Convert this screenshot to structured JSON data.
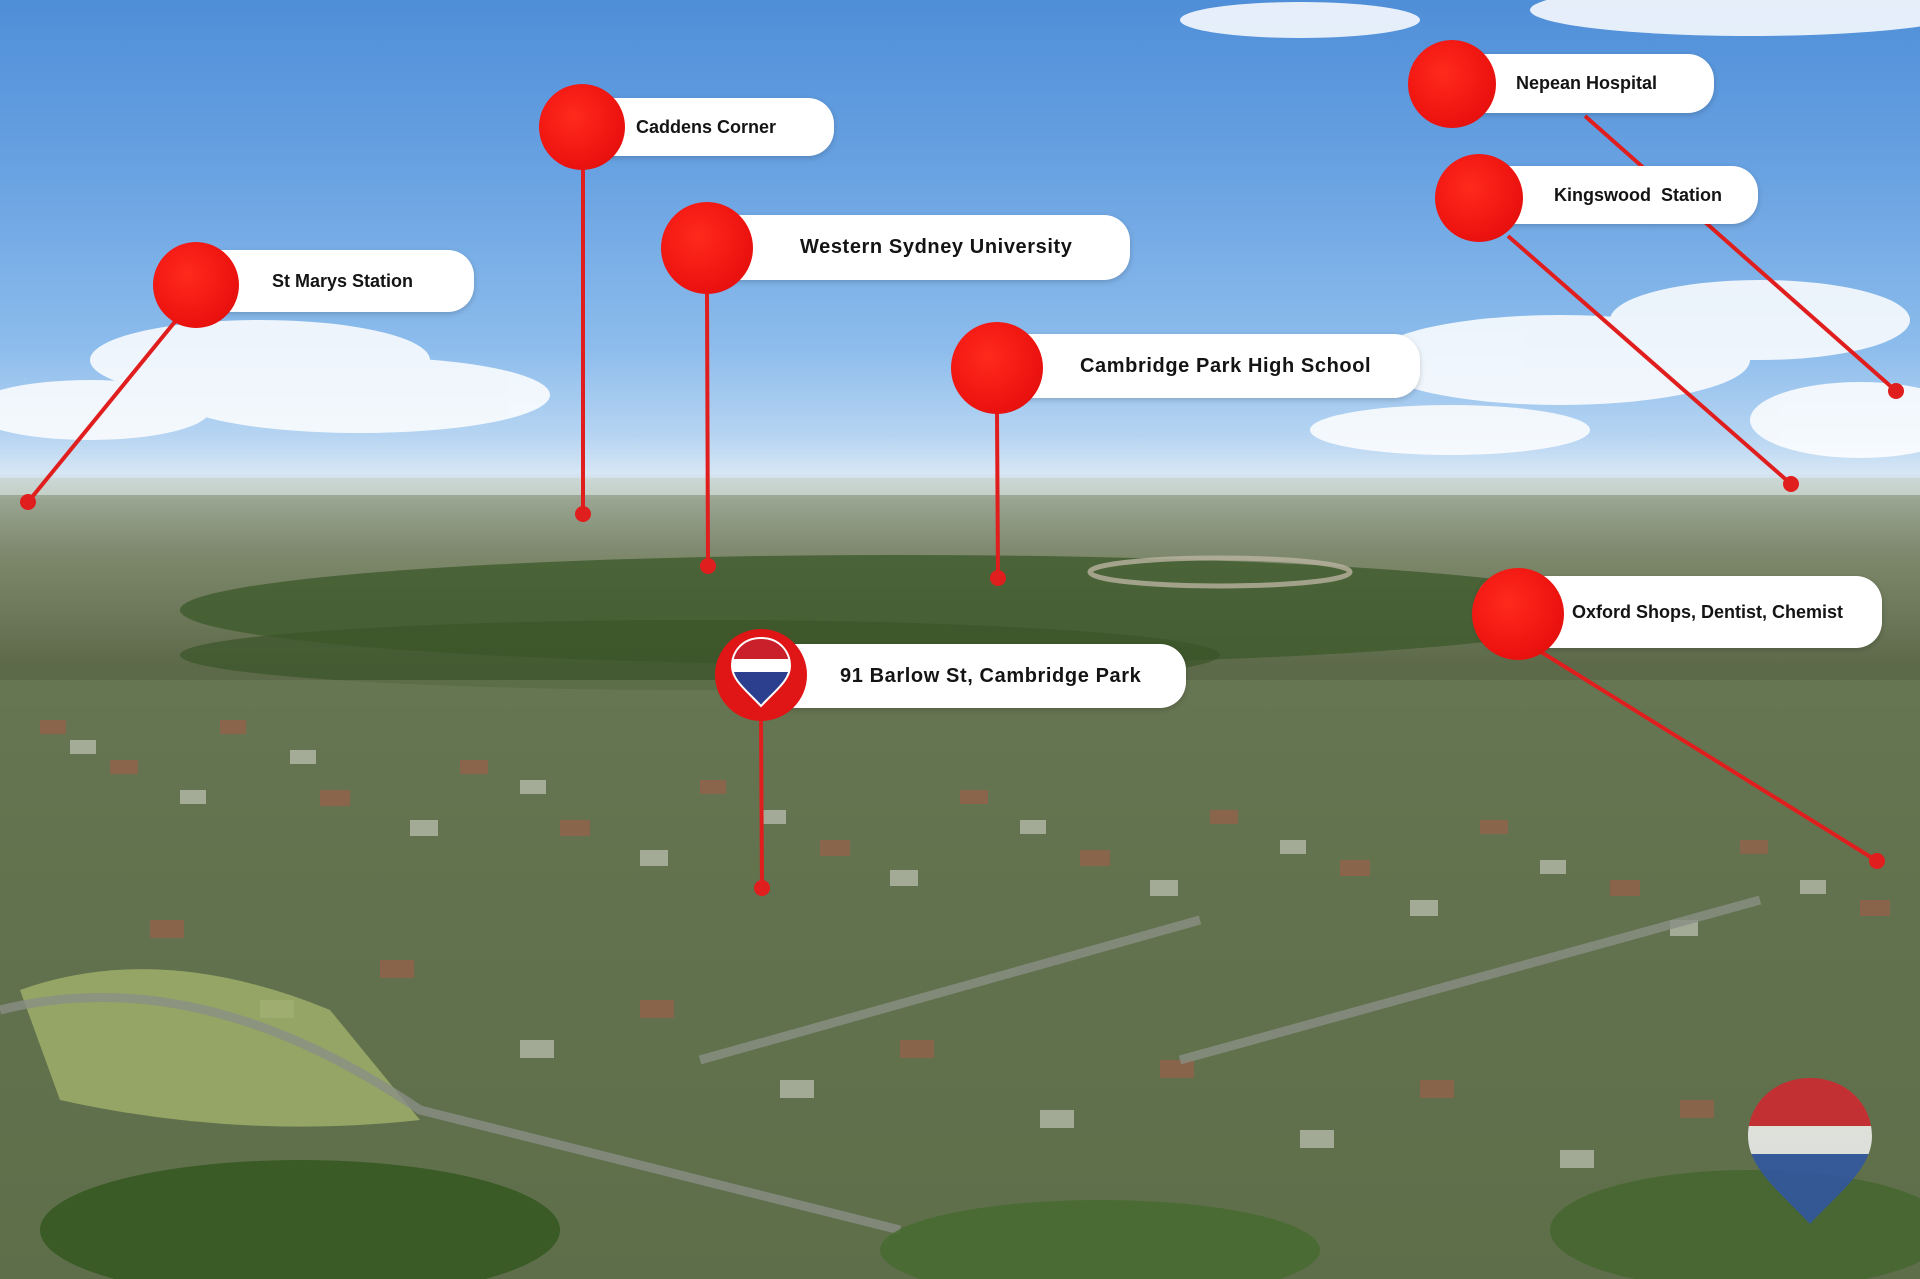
{
  "colors": {
    "marker_red": "#ee1410",
    "connector_red": "#e01e1e",
    "label_bg": "#ffffff",
    "label_text": "#141414",
    "flag_red": "#c9202c",
    "flag_white": "#ffffff",
    "flag_blue": "#2c3f8f"
  },
  "map": {
    "background": "aerial-suburb-photo",
    "brand_watermark": "flag-pin-watermark-icon"
  },
  "markers": {
    "st_marys": {
      "label": "St Marys Station"
    },
    "caddens": {
      "label": "Caddens Corner"
    },
    "wsu": {
      "label": "Western Sydney University"
    },
    "cambridge_high": {
      "label": "Cambridge Park High School"
    },
    "nepean": {
      "label": "Nepean Hospital"
    },
    "kingswood": {
      "label": "Kingswood  Station"
    },
    "oxford": {
      "label": "Oxford Shops, Dentist, Chemist"
    },
    "property": {
      "label": "91 Barlow St, Cambridge Park"
    }
  }
}
